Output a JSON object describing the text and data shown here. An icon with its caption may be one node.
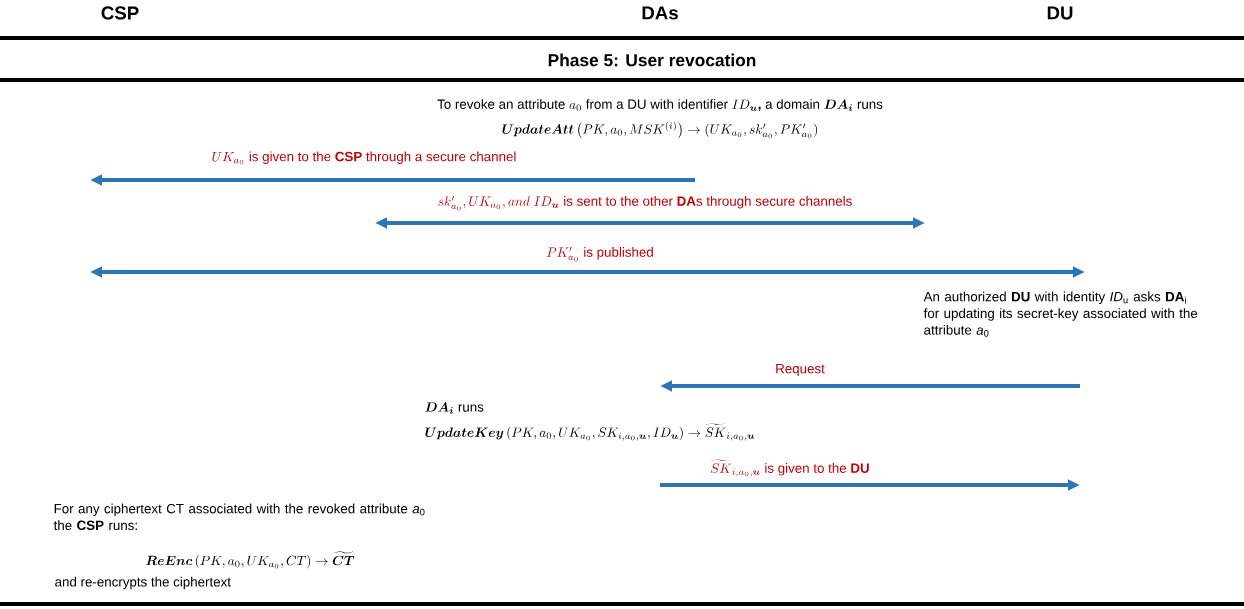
{
  "diagram": {
    "title": "Phase 5:  User revocation",
    "labels": [
      "CSP",
      "DAs",
      "DU",
      "\\text{To revoke an attribute } a_0 \\text{ from a DU with identifier } ID_{\\boldsymbol{u}}\\textbf{,}\\text{ a domain } \\boldsymbol{DA_i} \\text{ runs}",
      "\\boldsymbol{UpdateAtt}\\left(PK, a_0, MSK^{(i)}\\right) \\to (UK_{a_0}, sk'_{a_0}, PK'_{a_0})",
      "UK_{a_0}\\text{ is given to the }\\textbf{CSP}\\text{ through a secure channel}",
      "sk'_{a_0}, UK_{a_0}, and\\ ID_{\\boldsymbol{u}}\\text{ is sent to the other }\\textbf{DA}\\text{s through secure channels}",
      "PK'_{a_0}\\text{ is published}",
      "An authorized  **DU** with identity *ID*$_{u}$ asks **DA**$_{i}$ for updating its secret-key associated with the attribute *a*$_{0}$",
      "Request",
      "\\boldsymbol{DA_i}\\text{ runs}",
      "\\boldsymbol{UpdateKey}\\left(PK, a_0, UK_{a_0}, SK_{i,a_0,\\boldsymbol{u}}, ID_{\\boldsymbol{u}}\\right) \\to \\widetilde{SK}_{i,a_0,\\boldsymbol{u}}",
      "\\widetilde{SK}_{i,a_0,\\boldsymbol{u}}\\text{ is given to the }\\textbf{DU}",
      "For any ciphertext CT associated with the revoked attribute *a*$_{0}$ the **CSP** runs:",
      "\\boldsymbol{ReEnc}\\left(PK, a_0, UK_{a_0}, CT\\right) \\to \\widetilde{\\boldsymbol{CT}}",
      "and re-encrypts the ciphertext"
    ]
  }
}
